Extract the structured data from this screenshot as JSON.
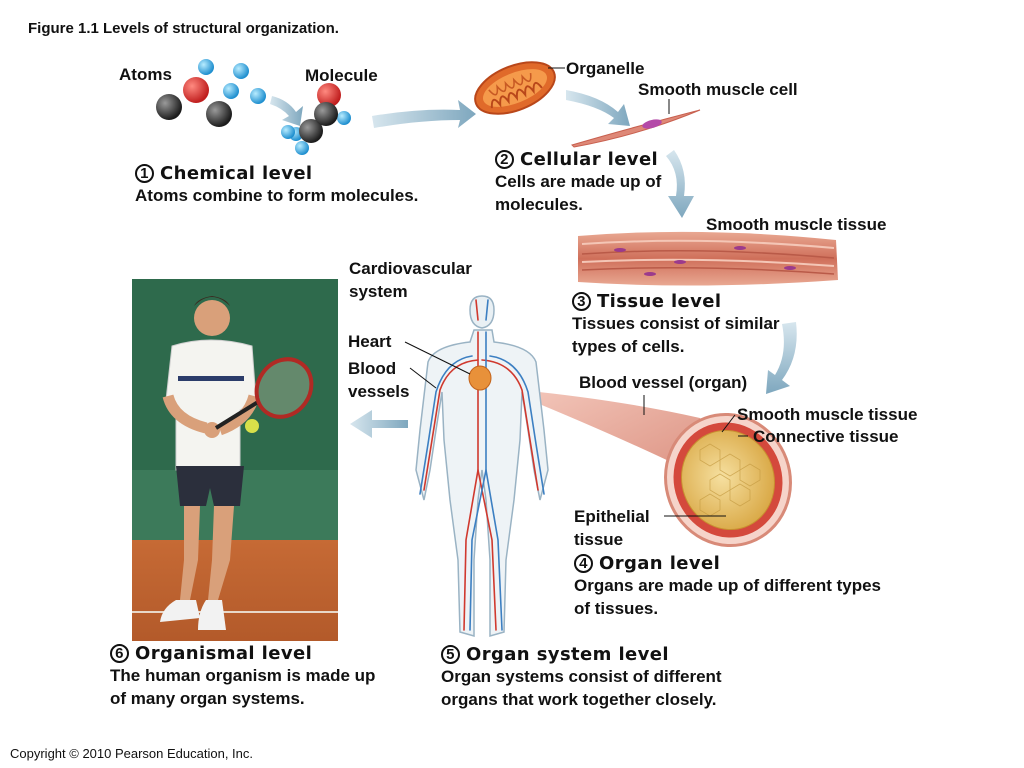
{
  "figure_title": "Figure 1.1  Levels of structural organization.",
  "copyright": "Copyright © 2010 Pearson Education, Inc.",
  "labels": {
    "atoms": "Atoms",
    "molecule": "Molecule",
    "organelle": "Organelle",
    "smooth_muscle_cell": "Smooth muscle cell",
    "smooth_muscle_tissue_top": "Smooth muscle tissue",
    "cardiovascular_line1": "Cardiovascular",
    "cardiovascular_line2": "system",
    "heart": "Heart",
    "blood_vessels_line1": "Blood",
    "blood_vessels_line2": "vessels",
    "blood_vessel_organ": "Blood vessel (organ)",
    "smooth_muscle_tissue_vessel": "Smooth muscle tissue",
    "connective_tissue": "Connective tissue",
    "epithelial_line1": "Epithelial",
    "epithelial_line2": "tissue"
  },
  "levels": [
    {
      "num": "1",
      "title": "Chemical level",
      "desc": [
        "Atoms combine to form molecules."
      ]
    },
    {
      "num": "2",
      "title": "Cellular level",
      "desc": [
        "Cells are made up of",
        "molecules."
      ]
    },
    {
      "num": "3",
      "title": "Tissue level",
      "desc": [
        "Tissues consist of similar",
        "types of cells."
      ]
    },
    {
      "num": "4",
      "title": "Organ level",
      "desc": [
        "Organs are made up of different types",
        "of tissues."
      ]
    },
    {
      "num": "5",
      "title": "Organ system level",
      "desc": [
        "Organ systems consist of different",
        "organs that work together closely."
      ]
    },
    {
      "num": "6",
      "title": "Organismal level",
      "desc": [
        "The human organism is made up",
        "of many organ systems."
      ]
    }
  ],
  "colors": {
    "arrow": "#8fb4c8",
    "atom_red": "#d8282a",
    "atom_blue": "#3aa6dc",
    "atom_dark": "#3a3a3a",
    "muscle": "#d77f68",
    "vessel_outer": "#e7a99a",
    "vessel_inner": "#e8c36a",
    "court": "#c8703a",
    "backdrop": "#2e6a4c"
  }
}
